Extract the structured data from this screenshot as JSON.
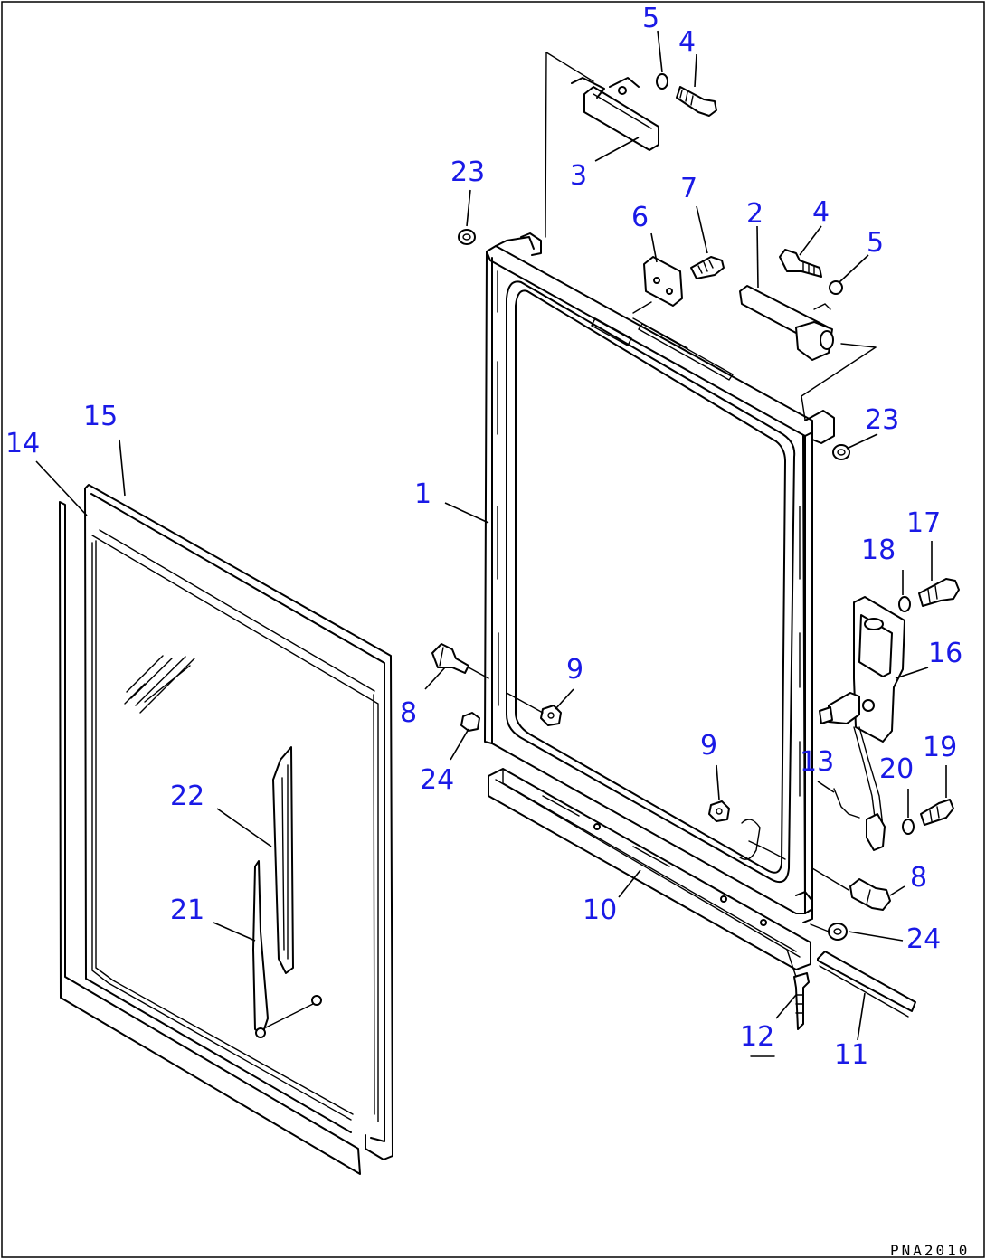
{
  "colors": {
    "callout": "#1a1ae6",
    "line": "#000000",
    "background": "#ffffff"
  },
  "drawing_code": "PNA2010",
  "callouts": [
    {
      "id": "c1",
      "text": "1"
    },
    {
      "id": "c2",
      "text": "2"
    },
    {
      "id": "c3",
      "text": "3"
    },
    {
      "id": "c4a",
      "text": "4"
    },
    {
      "id": "c4b",
      "text": "4"
    },
    {
      "id": "c5a",
      "text": "5"
    },
    {
      "id": "c5b",
      "text": "5"
    },
    {
      "id": "c6",
      "text": "6"
    },
    {
      "id": "c7",
      "text": "7"
    },
    {
      "id": "c8a",
      "text": "8"
    },
    {
      "id": "c8b",
      "text": "8"
    },
    {
      "id": "c9a",
      "text": "9"
    },
    {
      "id": "c9b",
      "text": "9"
    },
    {
      "id": "c10",
      "text": "10"
    },
    {
      "id": "c11",
      "text": "11"
    },
    {
      "id": "c12",
      "text": "12"
    },
    {
      "id": "c13",
      "text": "13"
    },
    {
      "id": "c14",
      "text": "14"
    },
    {
      "id": "c15",
      "text": "15"
    },
    {
      "id": "c16",
      "text": "16"
    },
    {
      "id": "c17",
      "text": "17"
    },
    {
      "id": "c18",
      "text": "18"
    },
    {
      "id": "c19",
      "text": "19"
    },
    {
      "id": "c20",
      "text": "20"
    },
    {
      "id": "c21",
      "text": "21"
    },
    {
      "id": "c22",
      "text": "22"
    },
    {
      "id": "c23a",
      "text": "23"
    },
    {
      "id": "c23b",
      "text": "23"
    },
    {
      "id": "c24a",
      "text": "24"
    },
    {
      "id": "c24b",
      "text": "24"
    }
  ]
}
